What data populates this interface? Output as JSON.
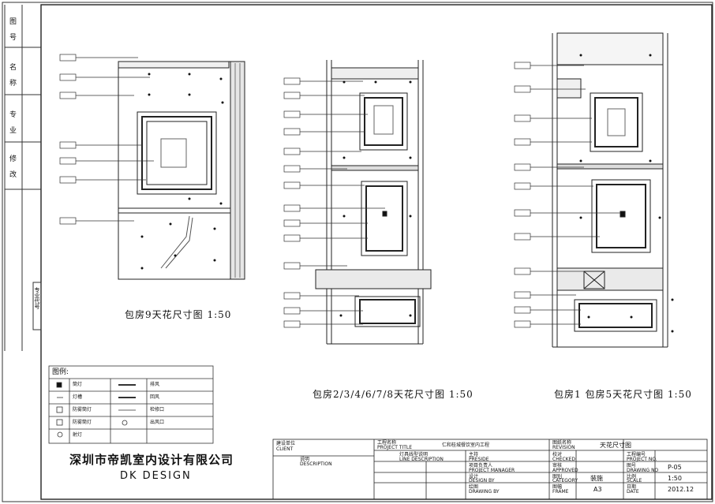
{
  "side_bar": {
    "labels": [
      "图",
      "号",
      "名",
      "称",
      "专",
      "业",
      "修",
      "改"
    ],
    "stamp": "专业代号"
  },
  "drawings": [
    {
      "title": "包房9天花尺寸图 1:50"
    },
    {
      "title": "包房2/3/4/6/7/8天花尺寸图 1:50"
    },
    {
      "title": "包房1 包房5天花尺寸图 1:50"
    }
  ],
  "legend": {
    "heading": "图例:",
    "items": [
      "筒灯",
      "灯槽",
      "防雾筒灯",
      "防雾筒灯",
      "射灯",
      "排风",
      "回风",
      "检修口",
      "出风口"
    ]
  },
  "company": {
    "name_cn": "深圳市帝凯室内设计有限公司",
    "name_en": "DK  DESIGN"
  },
  "title_block": {
    "client_cn": "建设单位",
    "client_en": "CLIENT",
    "project_cn": "工程名称",
    "project_en": "PROJECT TITLE",
    "project_value": "仁和桂城餐饮室内工程",
    "desc_cn": "说明",
    "desc_en": "DESCRIPTION",
    "line_cn": "灯具线型说明",
    "line_en": "LINE DESCRIPTION",
    "president_cn": "主持",
    "president_en": "PRESIDE",
    "pm_cn": "项目负责人",
    "pm_en": "PROJECT MANAGER",
    "design_cn": "设计",
    "design_en": "DESIGN BY",
    "drawn_cn": "绘图",
    "drawn_en": "DRAWING BY",
    "revision_cn": "图纸名称",
    "revision_en": "REVISION",
    "revision_value": "天花尺寸图",
    "checked_cn": "校对",
    "checked_en": "CHECKED",
    "approved_cn": "审核",
    "approved_en": "APPROVED",
    "category_cn": "图别",
    "category_en": "CATEGORY",
    "category_value": "装施",
    "frame_cn": "图幅",
    "frame_en": "FRAME",
    "frame_value": "A3",
    "projno_cn": "工程编号",
    "projno_en": "PROJECT NO.",
    "drawingno_cn": "图号",
    "drawingno_en": "DRAWING NO",
    "drawingno_value": "P-05",
    "scale_cn": "比例",
    "scale_en": "SCALE",
    "scale_value": "1:50",
    "date_cn": "日期",
    "date_en": "DATE",
    "date_value": "2012.12"
  }
}
